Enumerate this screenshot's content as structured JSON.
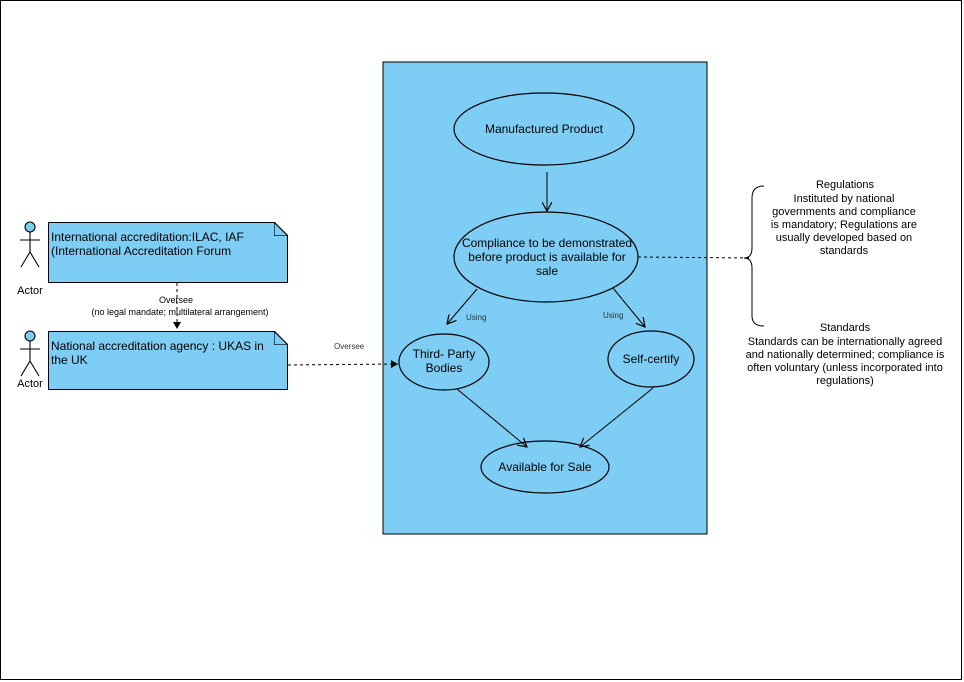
{
  "actors": [
    {
      "label": "Actor"
    },
    {
      "label": "Actor"
    }
  ],
  "notes": {
    "international": "International accreditation:ILAC, IAF (International Accreditation Forum",
    "national": "National accreditation agency : UKAS in the UK"
  },
  "edges": {
    "oversee_title": "Oversee",
    "oversee_sub": "(no legal mandate; multilateral arrangement)",
    "oversee_right": "Oversee",
    "using_left": "Using",
    "using_right": "Using"
  },
  "nodes": {
    "manufactured": "Manufactured Product",
    "compliance": "Compliance to be demonstrated before product is available for sale",
    "third_party": "Third- Party Bodies",
    "self_certify": "Self-certify",
    "available": "Available for Sale"
  },
  "annotations": {
    "regulations_title": "Regulations",
    "regulations_body": "Instituted by national governments and compliance is mandatory; Regulations are usually developed based on standards",
    "standards_title": "Standards",
    "standards_body": "Standards can be internationally agreed and nationally determined; compliance is often voluntary (unless incorporated into regulations)"
  },
  "colors": {
    "fill": "#7ecdf4",
    "stroke": "#000000"
  }
}
